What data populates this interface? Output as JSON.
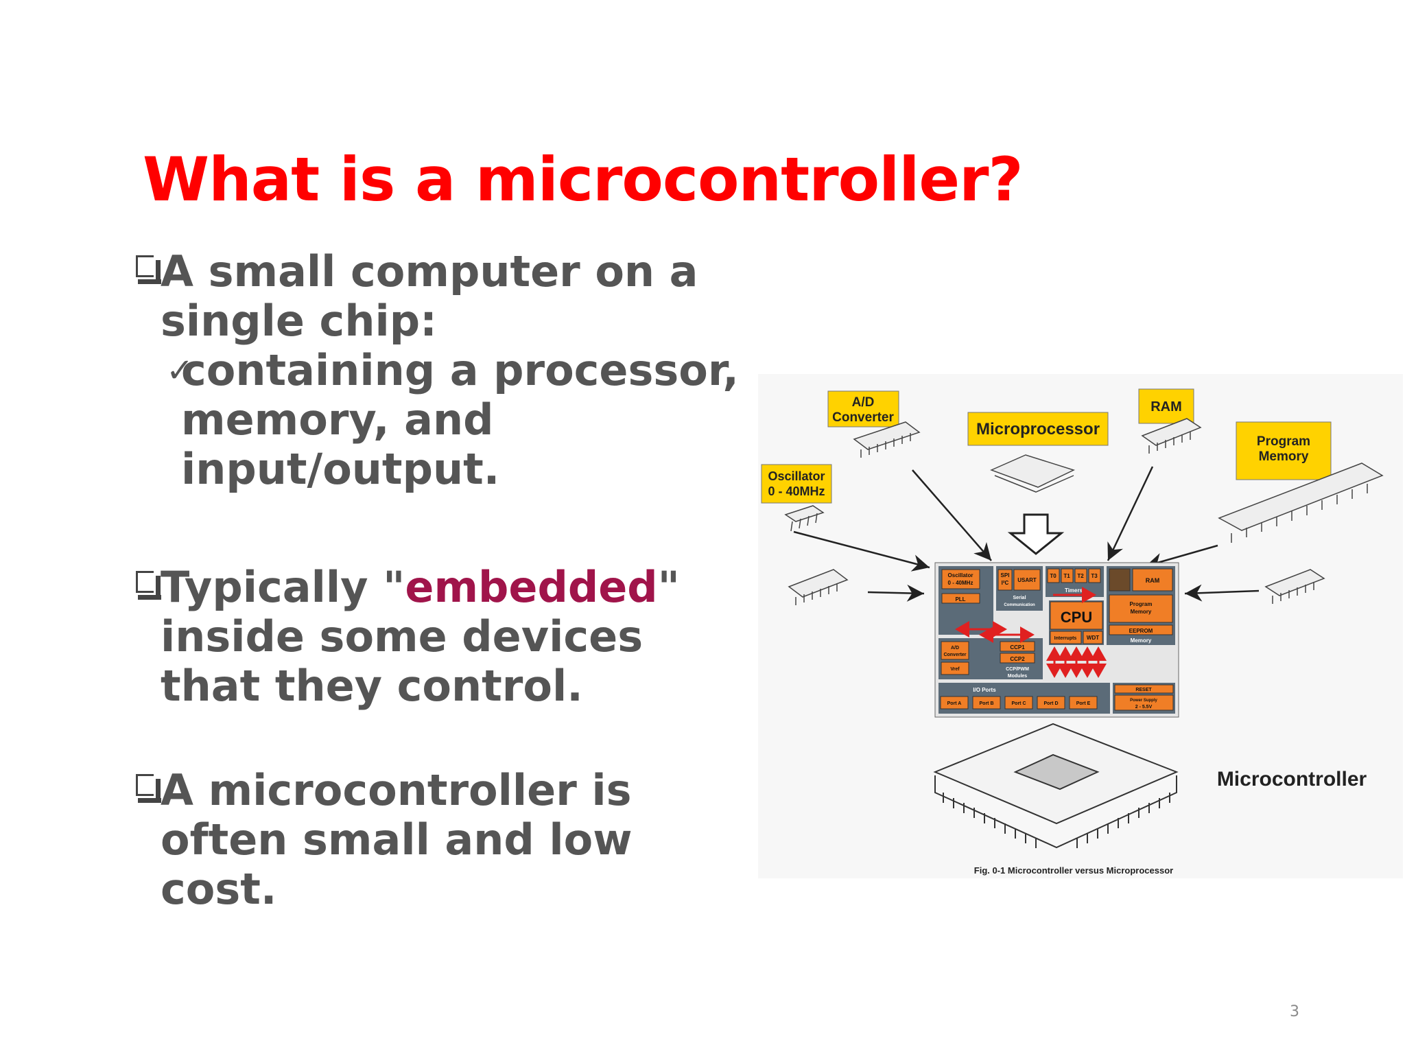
{
  "slide": {
    "title": "What is a microcontroller?",
    "page_number": "3"
  },
  "bullets": {
    "b1_text": "A small computer on a single chip:",
    "b1_sub": "containing a processor, memory, and input/output.",
    "b2_before": "Typically \"",
    "b2_highlight": "embedded",
    "b2_after": "\" inside some devices that they control.",
    "b3_text": "A microcontroller is often small and low cost."
  },
  "figure": {
    "caption": "Fig. 0-1 Microcontroller versus Microprocessor",
    "labels": {
      "ad": "A/D",
      "converter": "Converter",
      "microprocessor": "Microprocessor",
      "ram": "RAM",
      "program": "Program",
      "memory": "Memory",
      "oscillator": "Oscillator",
      "osc_freq": "0 - 40MHz",
      "microcontroller": "Microcontroller"
    },
    "board": {
      "oscillator": "Oscillator",
      "osc_freq": "0 - 40MHz",
      "pll": "PLL",
      "spi": "SPI",
      "i2c": "I²C",
      "usart": "USART",
      "serial": "Serial",
      "communication": "Communication",
      "t0": "T0",
      "t1": "T1",
      "t2": "T2",
      "t3": "T3",
      "timers": "Timers",
      "ram": "RAM",
      "program": "Program",
      "memory": "Memory",
      "cpu": "CPU",
      "ad": "A/D",
      "converter": "Converter",
      "vref": "Vref",
      "ccp1": "CCP1",
      "ccp2": "CCP2",
      "ccp_pwm": "CCP/PWM",
      "modules": "Modules",
      "interrupts": "Interrupts",
      "wdt": "WDT",
      "eeprom": "EEPROM",
      "memory_label": "Memory",
      "io_ports": "I/O Ports",
      "port_a": "Port A",
      "port_b": "Port B",
      "port_c": "Port C",
      "port_d": "Port D",
      "port_e": "Port E",
      "reset": "RESET",
      "power_supply": "Power Supply",
      "voltage": "2 - 5.5V"
    }
  }
}
